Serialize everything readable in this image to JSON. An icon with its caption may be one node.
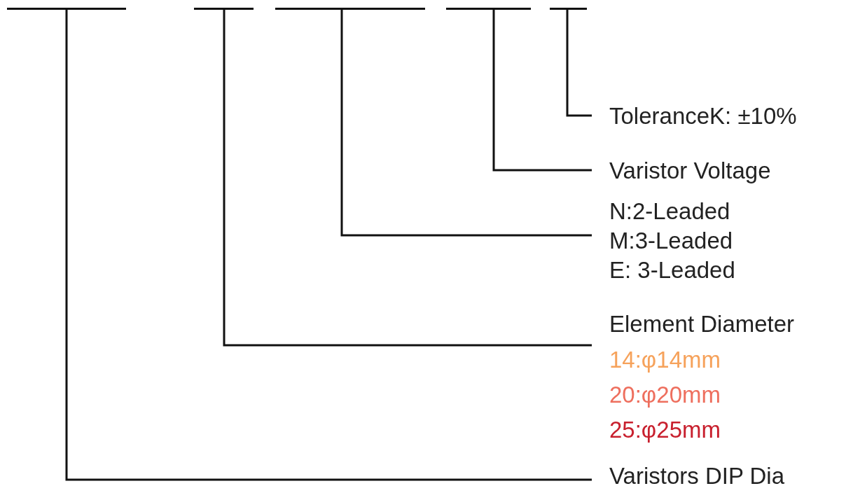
{
  "diagram": {
    "nodes": [
      {
        "text": [],
        "shape": "bar"
      },
      {
        "text": [],
        "shape": "bar"
      },
      {
        "text": [],
        "shape": "bar"
      },
      {
        "text": [],
        "shape": "bar"
      },
      {
        "text": [],
        "shape": "bar"
      },
      {
        "text": [
          "Varistors DIP Dia"
        ]
      },
      {
        "text": [
          "Element Diameter",
          "14:φ14mm",
          "20:φ20mm",
          "25:φ25mm"
        ]
      },
      {
        "text": [
          "N:2-Leaded",
          "M:3-Leaded",
          "E: 3-Leaded"
        ]
      },
      {
        "text": [
          "Varistor Voltage"
        ]
      },
      {
        "text": [
          "ToleranceK: ±10%"
        ]
      }
    ],
    "edges": [
      {
        "from": 0,
        "to": 5,
        "arrow": "none"
      },
      {
        "from": 1,
        "to": 6,
        "arrow": "none"
      },
      {
        "from": 2,
        "to": 7,
        "arrow": "none"
      },
      {
        "from": 3,
        "to": 8,
        "arrow": "none"
      },
      {
        "from": 4,
        "to": 9,
        "arrow": "none"
      }
    ]
  }
}
